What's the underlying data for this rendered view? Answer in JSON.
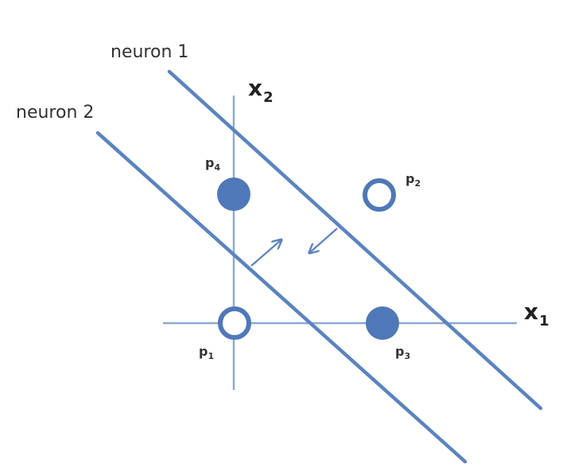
{
  "colors": {
    "line": "#5b83c0",
    "axis": "#8aa9d6",
    "point_fill": "#4f78b8",
    "text": "#333333"
  },
  "labels": {
    "neuron_1": "neuron 1",
    "neuron_2": "neuron 2",
    "x1_main": "x",
    "x1_sub": "1",
    "x2_main": "x",
    "x2_sub": "2"
  },
  "points": [
    {
      "id": "p1",
      "main": "p",
      "sub": "1",
      "filled": false
    },
    {
      "id": "p2",
      "main": "p",
      "sub": "2",
      "filled": false
    },
    {
      "id": "p3",
      "main": "p",
      "sub": "3",
      "filled": true
    },
    {
      "id": "p4",
      "main": "p",
      "sub": "4",
      "filled": true
    }
  ]
}
